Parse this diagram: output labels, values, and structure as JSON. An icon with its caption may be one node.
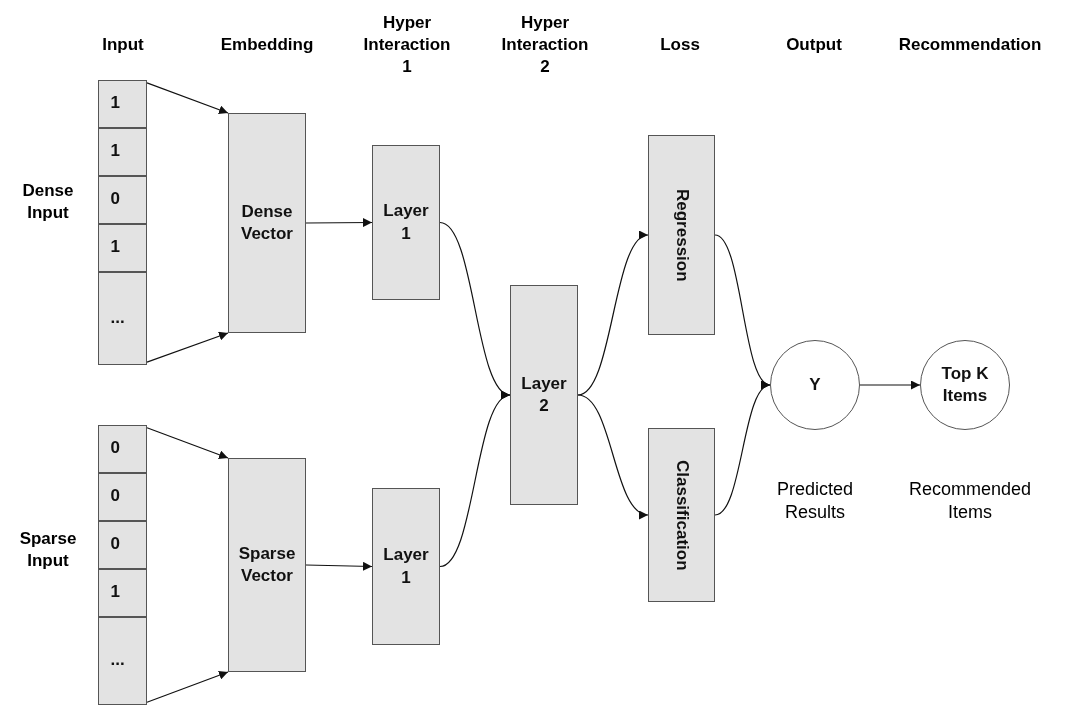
{
  "diagram": {
    "nodes": [
      {
        "text": [],
        "shape": "box",
        "beside": [
          "Dense Input"
        ]
      },
      {
        "text": [
          "1"
        ],
        "in": 0
      },
      {
        "text": [
          "1"
        ],
        "in": 0
      },
      {
        "text": [
          "0"
        ],
        "in": 0
      },
      {
        "text": [
          "1"
        ],
        "in": 0
      },
      {
        "text": [
          "..."
        ],
        "in": 0
      },
      {
        "text": [
          "Dense Vector"
        ]
      },
      {
        "text": [
          "Layer 1"
        ]
      },
      {
        "text": [],
        "shape": "box",
        "beside": [
          "Sparse Input"
        ]
      },
      {
        "text": [
          "0"
        ],
        "in": 8
      },
      {
        "text": [
          "0"
        ],
        "in": 8
      },
      {
        "text": [
          "0"
        ],
        "in": 8
      },
      {
        "text": [
          "1"
        ],
        "in": 8
      },
      {
        "text": [
          "..."
        ],
        "in": 8
      },
      {
        "text": [
          "Sparse Vector"
        ]
      },
      {
        "text": [
          "Layer 1"
        ]
      },
      {
        "text": [
          "Layer 2"
        ]
      },
      {
        "text": [
          "Regression"
        ]
      },
      {
        "text": [
          "Classification"
        ]
      },
      {
        "text": [
          "Y"
        ],
        "beside": [
          "Predicted Results"
        ]
      },
      {
        "text": [
          "Top K Items"
        ],
        "beside": [
          "Recommended Items"
        ]
      }
    ],
    "edges": [
      {
        "from": 0,
        "to": 6,
        "arrow": "to"
      },
      {
        "from": 0,
        "to": 6,
        "arrow": "to"
      },
      {
        "from": 6,
        "to": 7,
        "arrow": "to"
      },
      {
        "from": 8,
        "to": 14,
        "arrow": "to"
      },
      {
        "from": 8,
        "to": 14,
        "arrow": "to"
      },
      {
        "from": 14,
        "to": 15,
        "arrow": "to"
      },
      {
        "from": 7,
        "to": 16,
        "arrow": "to"
      },
      {
        "from": 15,
        "to": 16,
        "arrow": "to"
      },
      {
        "from": 16,
        "to": 17,
        "arrow": "to"
      },
      {
        "from": 16,
        "to": 18,
        "arrow": "to"
      },
      {
        "from": 17,
        "to": 19,
        "arrow": "to"
      },
      {
        "from": 18,
        "to": 19,
        "arrow": "to"
      },
      {
        "from": 19,
        "to": 20,
        "arrow": "to"
      }
    ],
    "labels": [
      "Input",
      "Embedding",
      "Hyper Interaction 1",
      "Hyper Interaction 2",
      "Loss",
      "Output",
      "Recommendation"
    ]
  }
}
